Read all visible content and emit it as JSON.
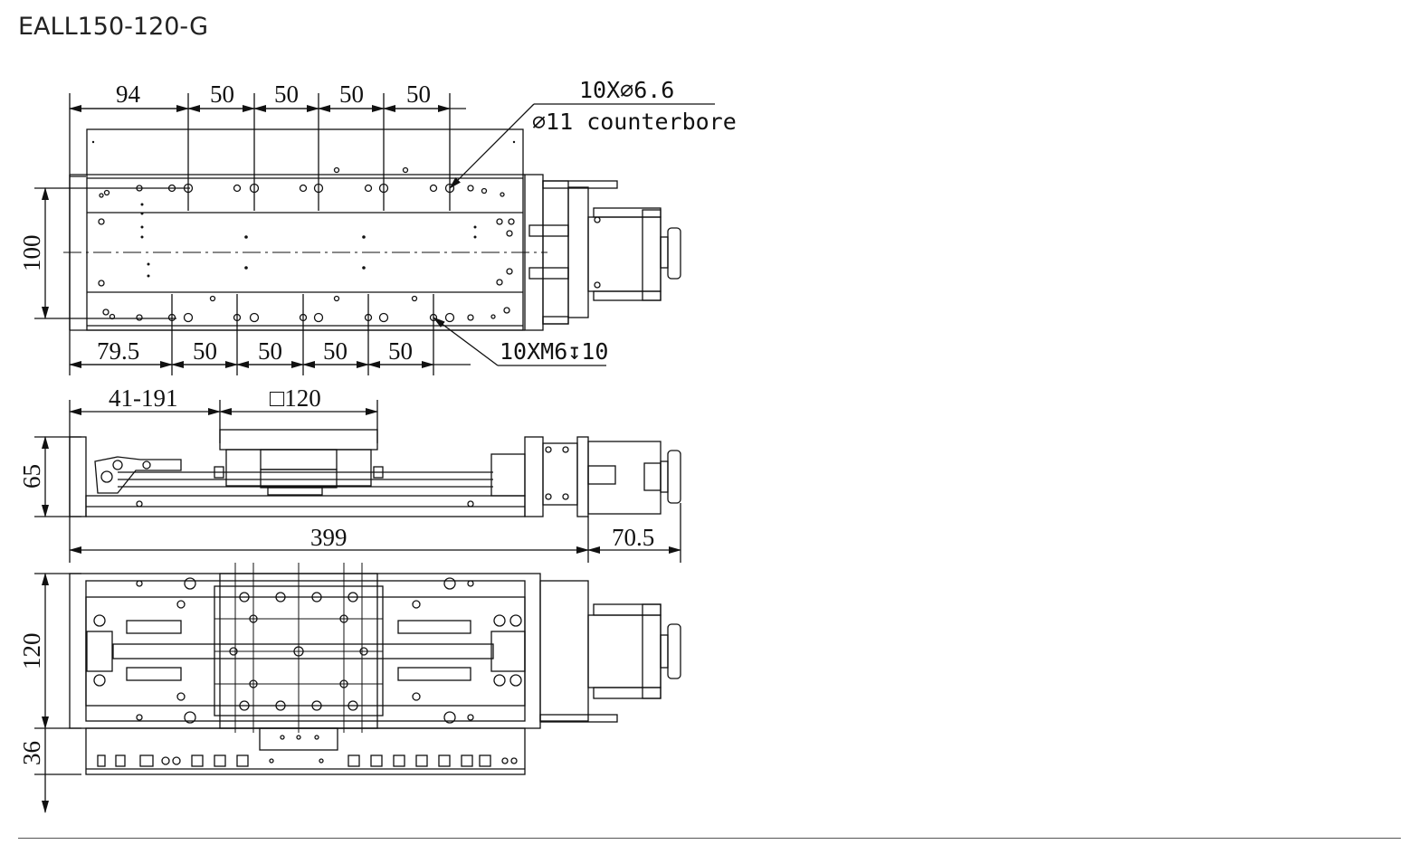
{
  "title": "EALL150-120-G",
  "top_view": {
    "top_dims": [
      "94",
      "50",
      "50",
      "50",
      "50"
    ],
    "bottom_dims": [
      "79.5",
      "50",
      "50",
      "50",
      "50"
    ],
    "height_dim": "100",
    "note_holes_line1": "10X⌀6.6",
    "note_holes_line2": "⌀11 counterbore",
    "note_tapped": "10XM6↧10"
  },
  "side_view": {
    "stroke_dim": "41-191",
    "table_dim": "□120",
    "height_dim": "65",
    "length_dim": "399",
    "motor_dim": "70.5"
  },
  "bottom_view": {
    "width_dim": "120",
    "chain_dim": "36"
  }
}
